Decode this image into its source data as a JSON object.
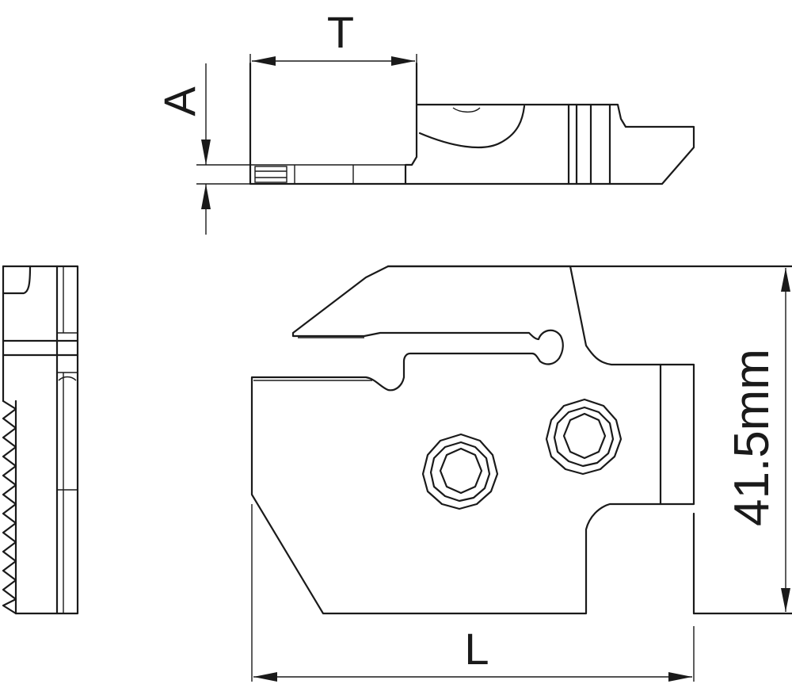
{
  "labels": {
    "T": "T",
    "A": "A",
    "L": "L",
    "height": "41.5mm"
  }
}
